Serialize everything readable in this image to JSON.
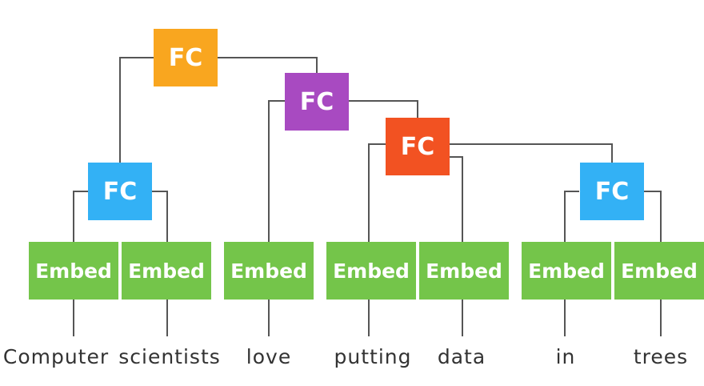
{
  "colors": {
    "fc_top": "#F9A61F",
    "fc_mid": "#A84AC1",
    "fc_low": "#F25222",
    "fc_leaf": "#33B1F5",
    "embed": "#74C54A",
    "line": "#555555"
  },
  "fc_label": "FC",
  "embed_label": "Embed",
  "fc_nodes": [
    {
      "id": "fc-root",
      "label": "FC",
      "color": "#F9A61F"
    },
    {
      "id": "fc-love-branch",
      "label": "FC",
      "color": "#A84AC1"
    },
    {
      "id": "fc-putting-branch",
      "label": "FC",
      "color": "#F25222"
    },
    {
      "id": "fc-computer-scientists",
      "label": "FC",
      "color": "#33B1F5"
    },
    {
      "id": "fc-in-trees",
      "label": "FC",
      "color": "#33B1F5"
    }
  ],
  "embed_nodes": [
    {
      "label": "Embed"
    },
    {
      "label": "Embed"
    },
    {
      "label": "Embed"
    },
    {
      "label": "Embed"
    },
    {
      "label": "Embed"
    },
    {
      "label": "Embed"
    },
    {
      "label": "Embed"
    }
  ],
  "words": [
    "Computer",
    "scientists",
    "love",
    "putting",
    "data",
    "in",
    "trees"
  ]
}
